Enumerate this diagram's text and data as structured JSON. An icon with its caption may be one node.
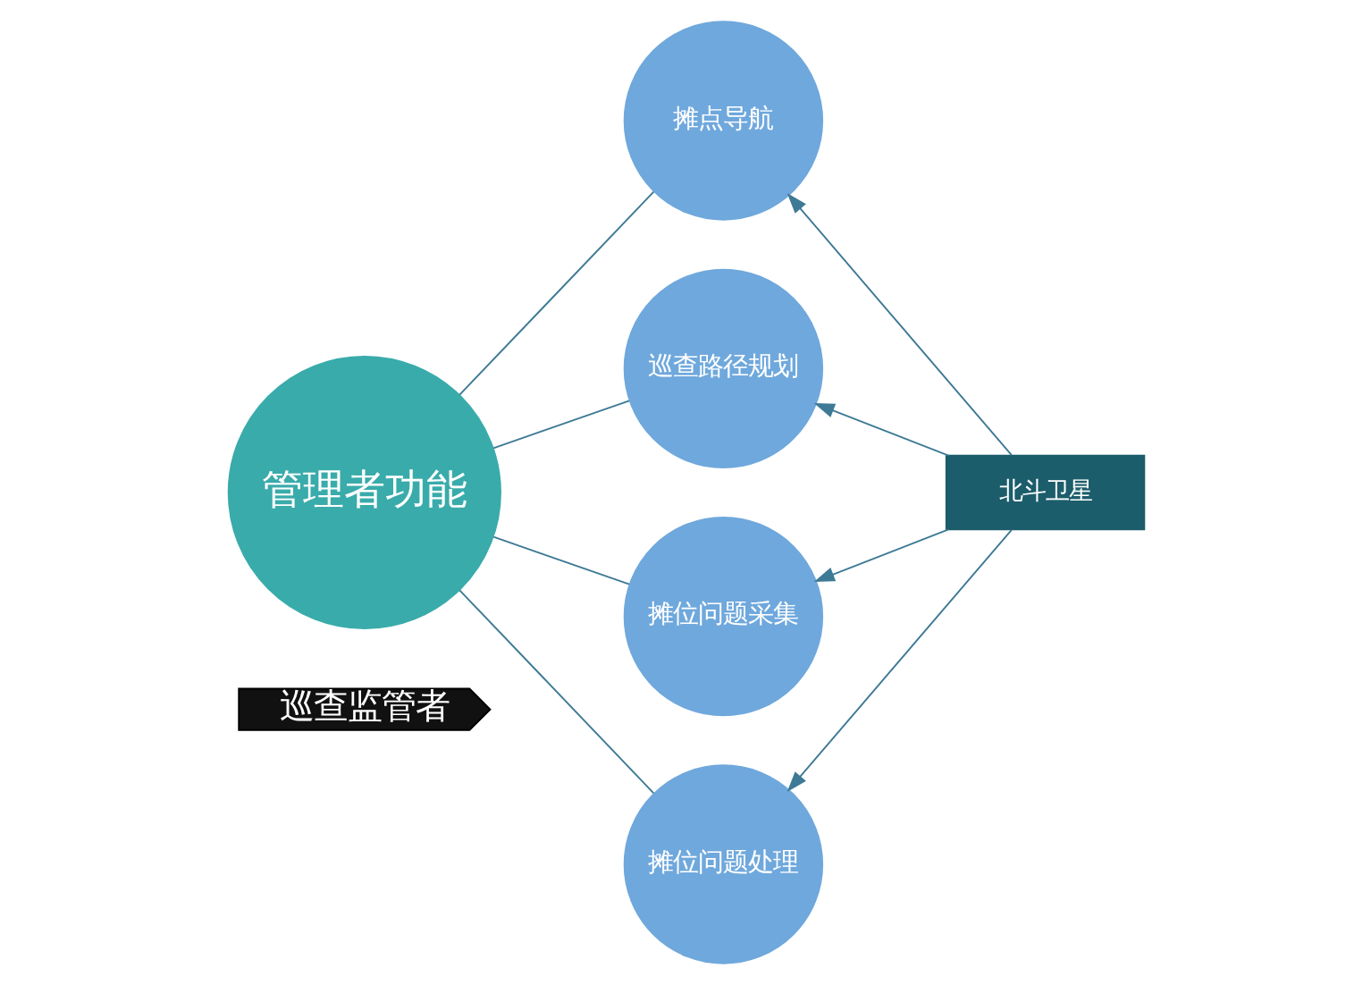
{
  "diagram": {
    "nodes": [
      {
        "text": [
          "巡查监管者"
        ]
      },
      {
        "text": [
          "管理者功能"
        ]
      },
      {
        "text": [
          "摊点导航"
        ]
      },
      {
        "text": [
          "巡查路径规划"
        ]
      },
      {
        "text": [
          "摊位问题采集"
        ]
      },
      {
        "text": [
          "摊位问题处理"
        ]
      },
      {
        "text": [
          "北斗卫星"
        ]
      }
    ],
    "edges": [
      {
        "from": 1,
        "to": 2,
        "arrow": "none"
      },
      {
        "from": 1,
        "to": 3,
        "arrow": "none"
      },
      {
        "from": 1,
        "to": 4,
        "arrow": "none"
      },
      {
        "from": 1,
        "to": 5,
        "arrow": "none"
      },
      {
        "from": 6,
        "to": 2,
        "arrow": "to"
      },
      {
        "from": 6,
        "to": 3,
        "arrow": "to"
      },
      {
        "from": 6,
        "to": 4,
        "arrow": "to"
      },
      {
        "from": 6,
        "to": 5,
        "arrow": "to"
      }
    ]
  }
}
